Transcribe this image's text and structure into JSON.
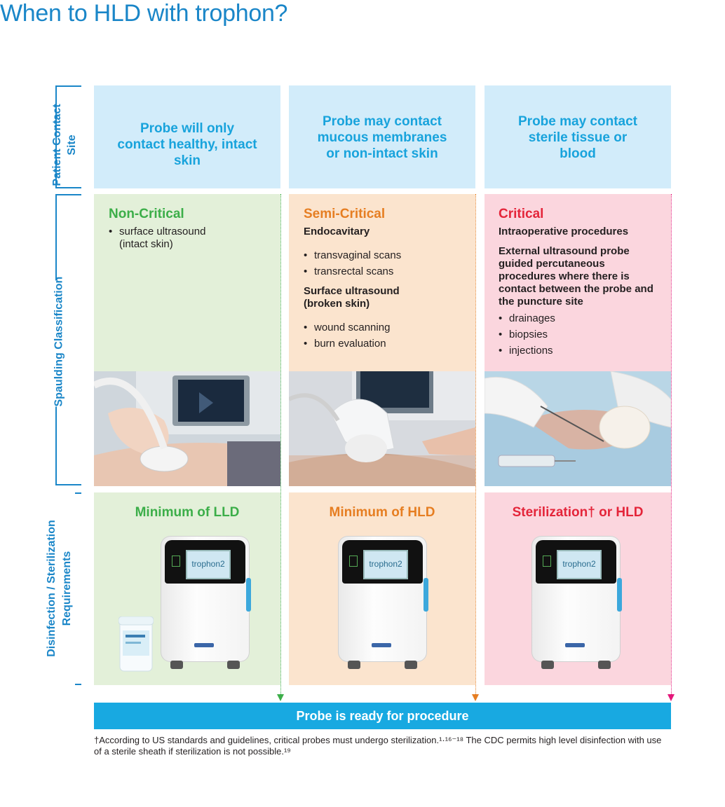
{
  "title": "When to HLD with trophon?",
  "rail": {
    "patient_contact": "Patient Contact Site",
    "spaulding": "Spaulding Classification",
    "disinfection": "Disinfection / Sterilization Requirements"
  },
  "columns": [
    {
      "contact": "Probe will only contact healthy, intact skin",
      "class_name": "Non-Critical",
      "class_color": "#3cae49",
      "blocks": [
        {
          "sub": "",
          "bullets": [
            "surface ultrasound (intact skin)"
          ]
        }
      ],
      "requirement": "Minimum of LLD",
      "device_label": "trophon2"
    },
    {
      "contact": "Probe may contact mucous membranes or non-intact skin",
      "class_name": "Semi-Critical",
      "class_color": "#e67e22",
      "blocks": [
        {
          "sub": "Endocavitary",
          "bullets": [
            "transvaginal scans",
            "transrectal scans"
          ]
        },
        {
          "sub": "Surface ultrasound (broken skin)",
          "bullets": [
            "wound scanning",
            "burn evaluation"
          ]
        }
      ],
      "requirement": "Minimum of HLD",
      "device_label": "trophon2"
    },
    {
      "contact": "Probe may contact sterile tissue or blood",
      "class_name": "Critical",
      "class_color": "#e4253a",
      "blocks": [
        {
          "sub": "Intraoperative procedures",
          "bullets": []
        },
        {
          "sub": "External ultrasound probe guided percutaneous procedures where there is contact between the probe and the puncture site",
          "bullets": [
            "drainages",
            "biopsies",
            "injections"
          ]
        }
      ],
      "requirement": "Sterilization† or HLD",
      "device_label": "trophon2"
    }
  ],
  "ready": "Probe is ready for procedure",
  "footnote": "†According to US standards and guidelines, critical probes must undergo sterilization.¹·¹⁶⁻¹⁸ The CDC permits high level disinfection with use of a sterile sheath if sterilization is not possible.¹⁹"
}
